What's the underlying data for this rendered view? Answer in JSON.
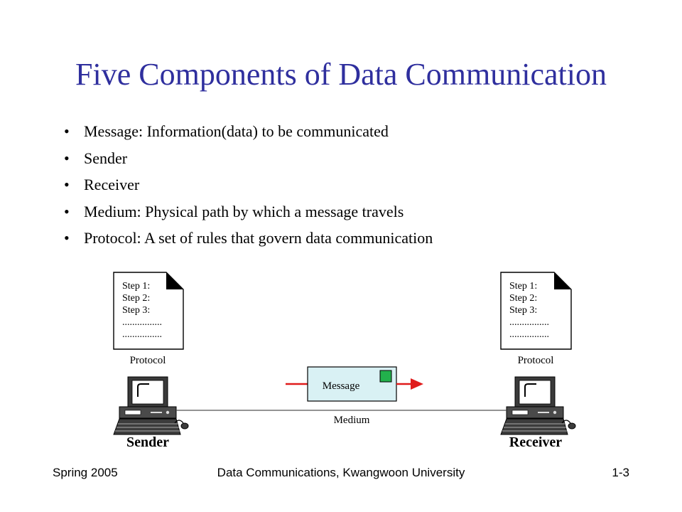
{
  "slide": {
    "title": "Five Components of Data Communication",
    "bullets": [
      {
        "marker": "•",
        "text": "Message: Information(data) to be communicated"
      },
      {
        "marker": "•",
        "text": "Sender"
      },
      {
        "marker": "•",
        "text": "Receiver"
      },
      {
        "marker": "•",
        "text": "Medium: Physical path by which a message travels"
      },
      {
        "marker": "•",
        "text": "Protocol: A set of rules that govern data communication"
      }
    ]
  },
  "diagram": {
    "left_doc_lines": [
      "Step 1:",
      "Step 2:",
      "Step 3:",
      "................",
      "................"
    ],
    "right_doc_lines": [
      "Step 1:",
      "Step 2:",
      "Step 3:",
      "................",
      "................"
    ],
    "protocol_label_left": "Protocol",
    "protocol_label_right": "Protocol",
    "message_label": "Message",
    "medium_label": "Medium",
    "sender_label": "Sender",
    "receiver_label": "Receiver",
    "colors": {
      "arrow": "#e01b1b",
      "message_box": "#d9f1f4",
      "message_marker": "#22b14c",
      "title": "#2f2f9e"
    }
  },
  "footer": {
    "left": "Spring 2005",
    "center": "Data Communications, Kwangwoon University",
    "right": "1-3"
  }
}
